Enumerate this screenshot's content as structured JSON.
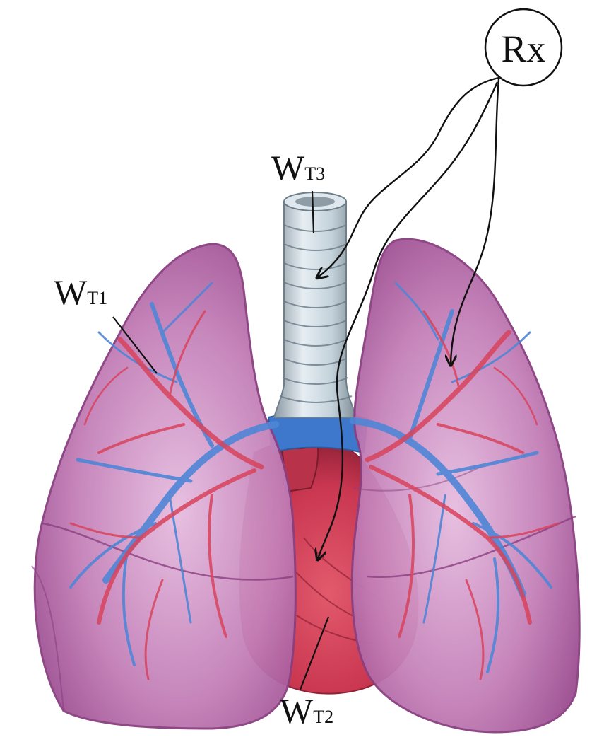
{
  "labels": {
    "receiver": "Rx",
    "wt1_main": "W",
    "wt1_sub": "T1",
    "wt2_main": "W",
    "wt2_sub": "T2",
    "wt3_main": "W",
    "wt3_sub": "T3"
  },
  "colors": {
    "lung_fill": "#b96aa9",
    "lung_edge": "#8a3f80",
    "lung_light": "#e4b8dd",
    "vein_blue": "#4f86d6",
    "artery_red": "#d8435c",
    "heart": "#cc3a52",
    "heart_dark": "#a12a40",
    "trachea": "#c4d2dc",
    "trachea_edge": "#6f7f8a",
    "line": "#111111"
  }
}
